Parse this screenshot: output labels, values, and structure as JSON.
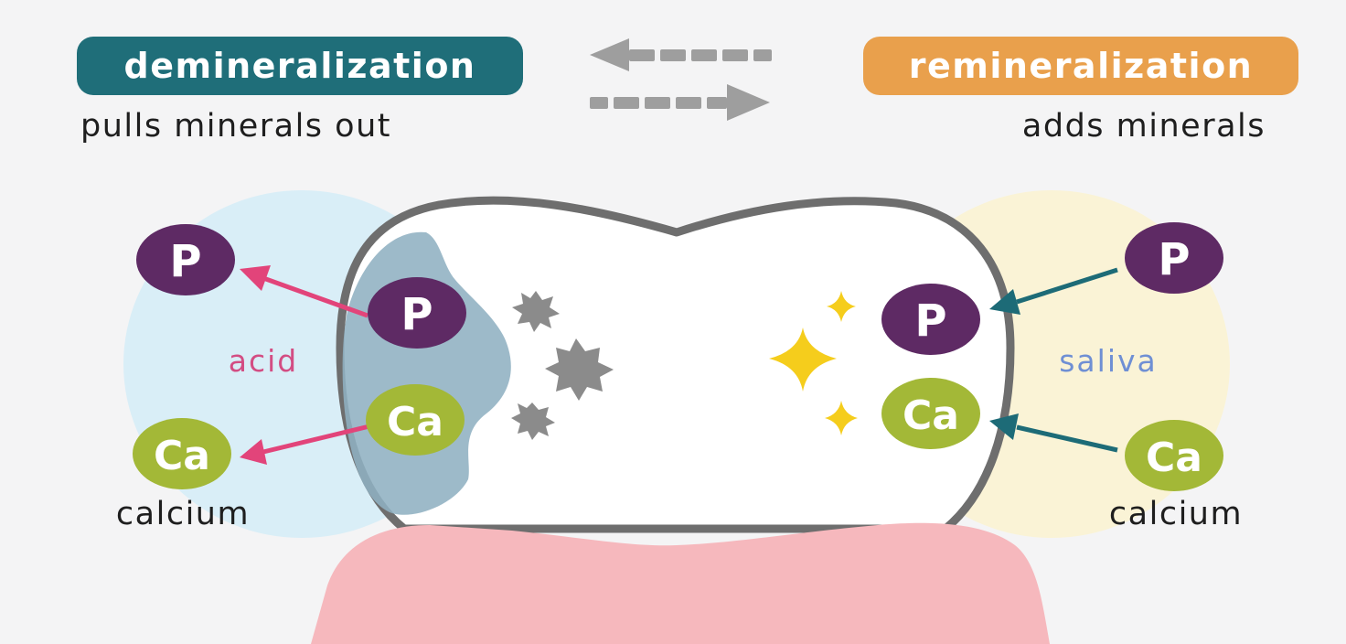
{
  "header": {
    "left_title": "demineralization",
    "left_caption": "pulls minerals out",
    "right_title": "remineralization",
    "right_caption": "adds minerals"
  },
  "left_side": {
    "agent": "acid",
    "ions": {
      "phosphate": "P",
      "calcium": "Ca"
    },
    "calcium_label": "calcium"
  },
  "right_side": {
    "agent": "saliva",
    "ions": {
      "phosphate": "P",
      "calcium": "Ca"
    },
    "calcium_label": "calcium"
  },
  "colors": {
    "demineralization": "#1f6e79",
    "remineralization": "#e9a04c",
    "acid_zone": "#d9eef7",
    "saliva_zone": "#faf3d6",
    "phosphate": "#5e2a64",
    "calcium": "#a3b837",
    "acid_arrow": "#e2447a",
    "saliva_arrow": "#1d6b77",
    "gum": "#f6b8bd",
    "enamel_outline": "#6e6e6e",
    "decay": "#8fb0c2",
    "sparkle": "#f5cd1c",
    "acid_text": "#d34d83",
    "saliva_text": "#6f8fd4"
  }
}
